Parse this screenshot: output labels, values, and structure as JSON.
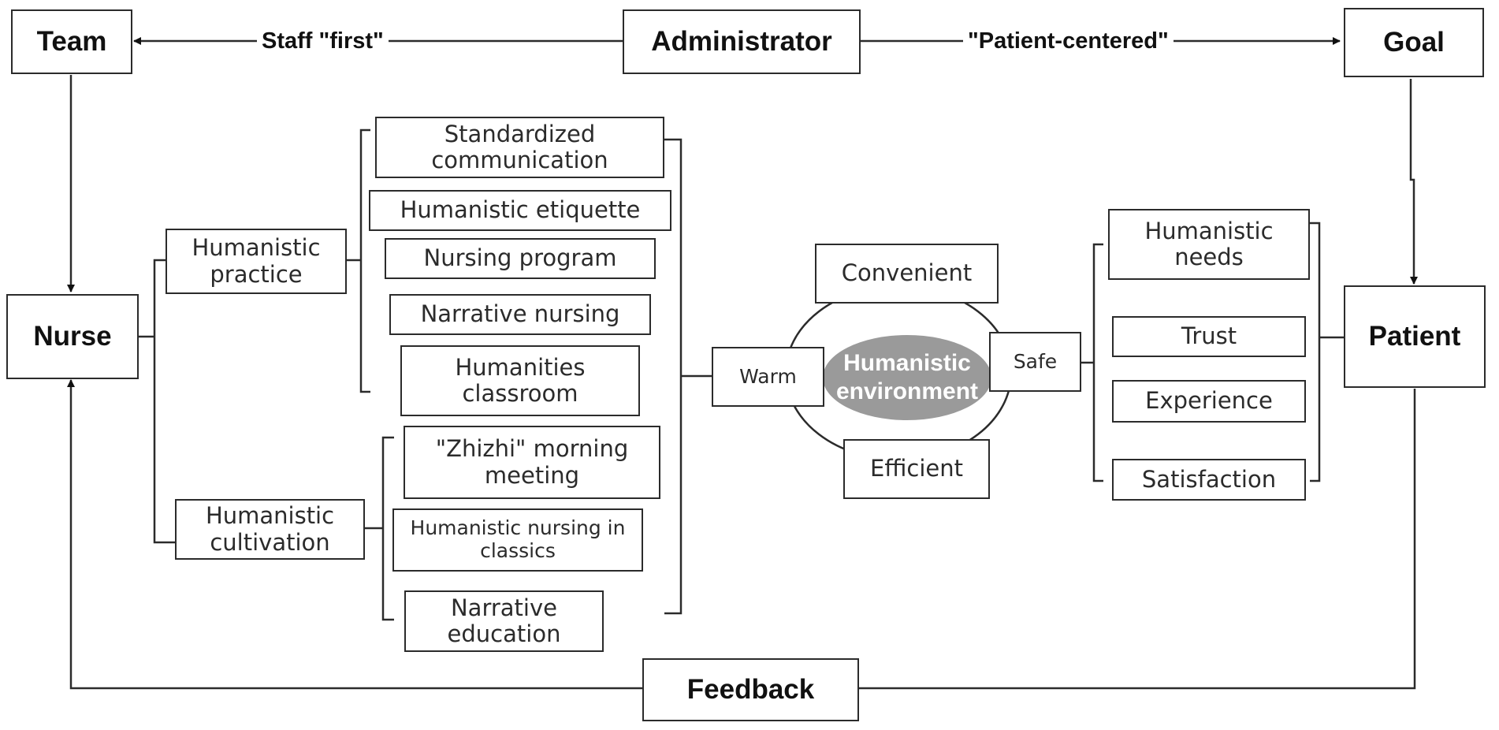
{
  "top": {
    "team": "Team",
    "administrator": "Administrator",
    "goal": "Goal",
    "staff_first": "Staff \"first\"",
    "patient_centered": "\"Patient-centered\""
  },
  "nurse": "Nurse",
  "patient": "Patient",
  "feedback": "Feedback",
  "practice": {
    "title": "Humanistic practice",
    "items": [
      "Standardized communication",
      "Humanistic etiquette",
      "Nursing program",
      "Narrative nursing",
      "Humanities classroom"
    ]
  },
  "cultivation": {
    "title": "Humanistic cultivation",
    "items": [
      "\"Zhizhi\" morning meeting",
      "Humanistic nursing in classics",
      "Narrative education"
    ]
  },
  "environment": {
    "core": "Humanistic environment",
    "convenient": "Convenient",
    "warm": "Warm",
    "safe": "Safe",
    "efficient": "Efficient"
  },
  "outcomes": [
    "Humanistic needs",
    "Trust",
    "Experience",
    "Satisfaction"
  ]
}
